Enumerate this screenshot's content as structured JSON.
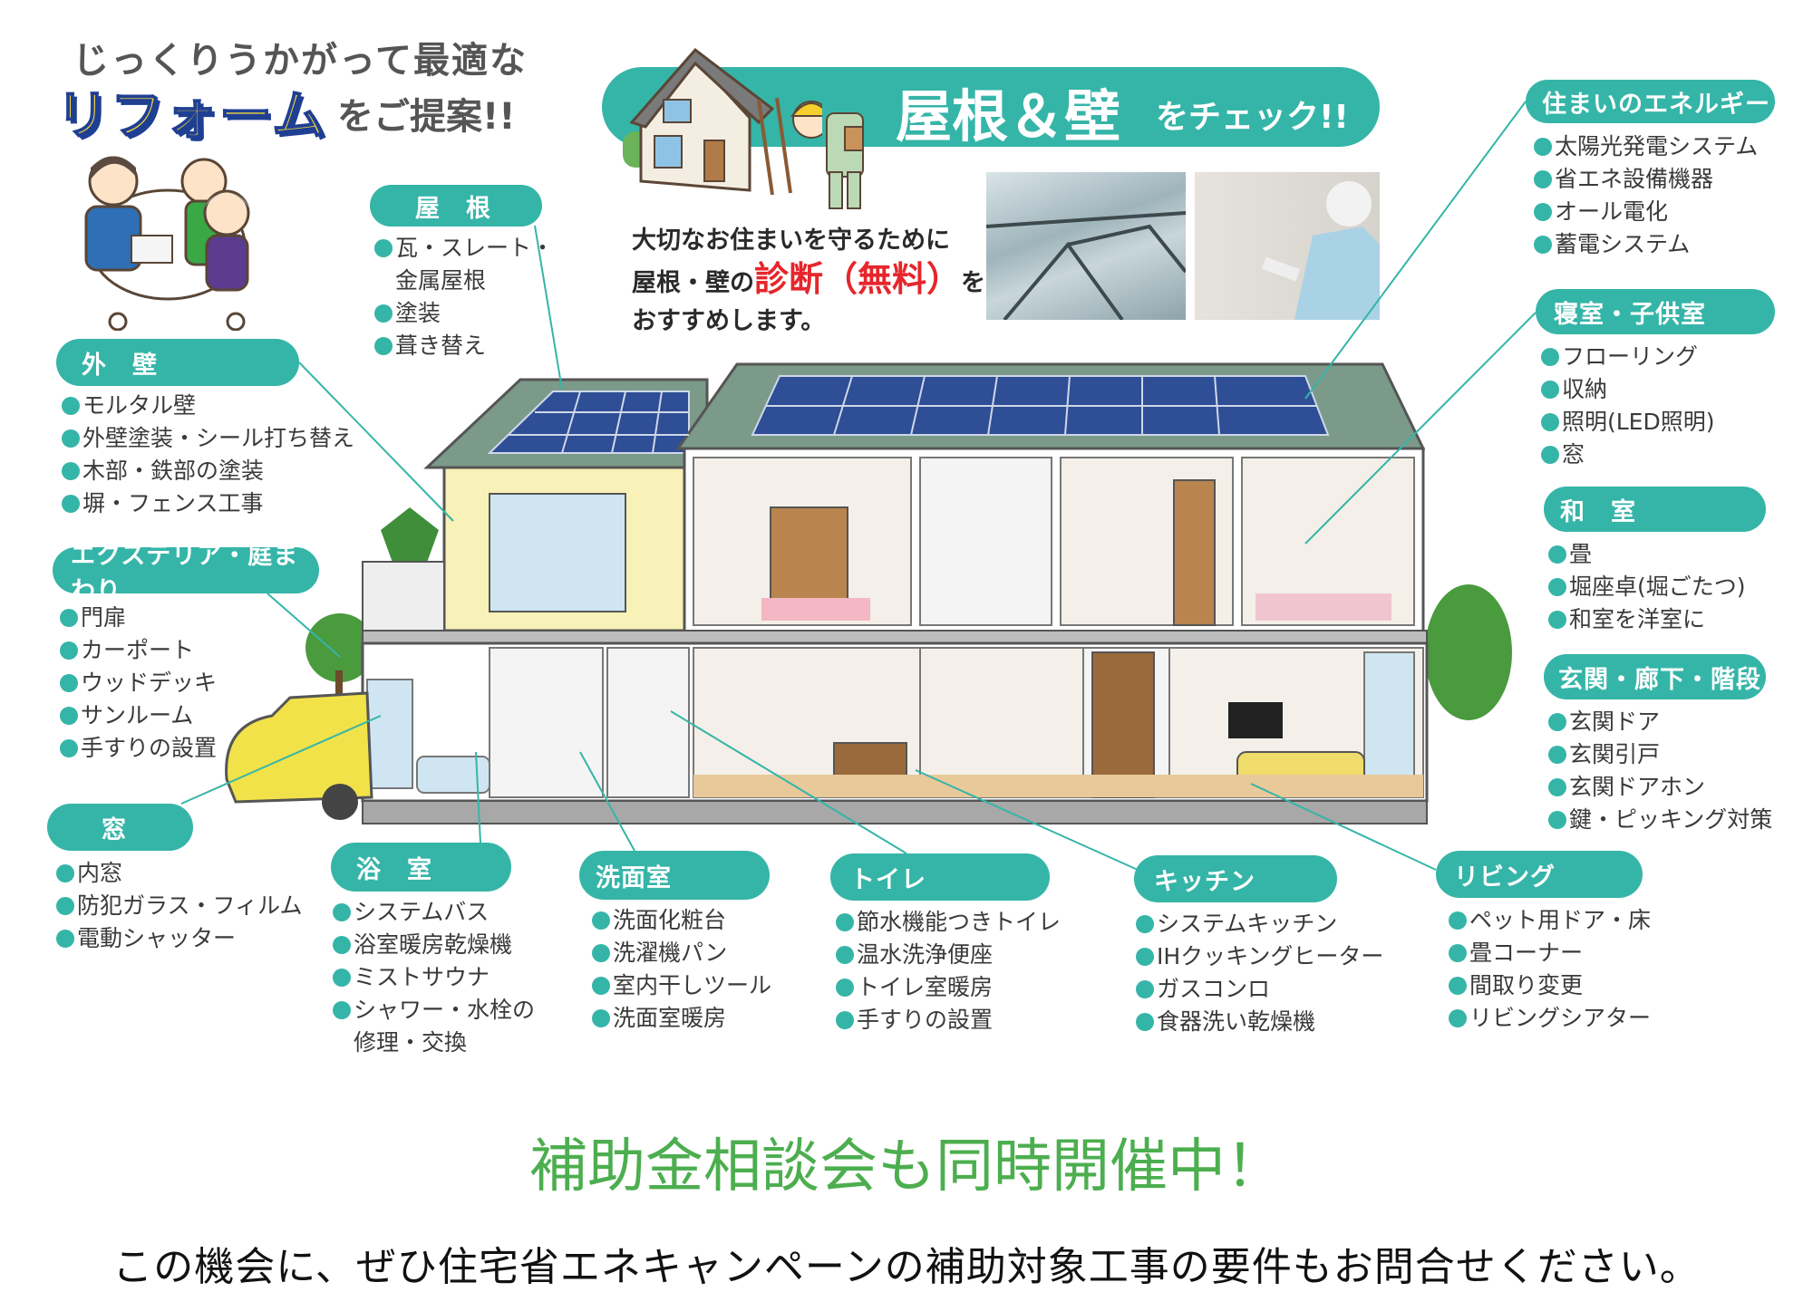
{
  "header": {
    "line1": "じっくりうかがって最適な",
    "line2_highlight": "リフォーム",
    "line2_rest": "をご提案!!"
  },
  "banner": {
    "title_big": "屋根＆壁",
    "title_small": "をチェック!!",
    "desc_line1": "大切なお住まいを守るために",
    "desc_line2_prefix": "屋根・壁の",
    "desc_line2_highlight": "診断（無料）",
    "desc_line2_suffix": "を",
    "desc_line3": "おすすめします。"
  },
  "sections": {
    "roof": {
      "title": "屋　根",
      "items": [
        "瓦・スレート・",
        "金属屋根",
        "塗装",
        "葺き替え"
      ]
    },
    "exterior_wall": {
      "title": "外　壁",
      "items": [
        "モルタル壁",
        "外壁塗装・シール打ち替え",
        "木部・鉄部の塗装",
        "塀・フェンス工事"
      ]
    },
    "exterior_garden": {
      "title": "エクステリア・庭まわり",
      "items": [
        "門扉",
        "カーポート",
        "ウッドデッキ",
        "サンルーム",
        "手すりの設置"
      ]
    },
    "window": {
      "title": "窓",
      "items": [
        "内窓",
        "防犯ガラス・フィルム",
        "電動シャッター"
      ]
    },
    "bathroom": {
      "title": "浴　室",
      "items": [
        "システムバス",
        "浴室暖房乾燥機",
        "ミストサウナ",
        "シャワー・水栓の",
        "修理・交換"
      ]
    },
    "washroom": {
      "title": "洗面室",
      "items": [
        "洗面化粧台",
        "洗濯機パン",
        "室内干しツール",
        "洗面室暖房"
      ]
    },
    "toilet": {
      "title": "トイレ",
      "items": [
        "節水機能つきトイレ",
        "温水洗浄便座",
        "トイレ室暖房",
        "手すりの設置"
      ]
    },
    "kitchen": {
      "title": "キッチン",
      "items": [
        "システムキッチン",
        "IHクッキングヒーター",
        "ガスコンロ",
        "食器洗い乾燥機"
      ]
    },
    "living": {
      "title": "リビング",
      "items": [
        "ペット用ドア・床",
        "畳コーナー",
        "間取り変更",
        "リビングシアター"
      ]
    },
    "energy": {
      "title": "住まいのエネルギー",
      "items": [
        "太陽光発電システム",
        "省エネ設備機器",
        "オール電化",
        "蓄電システム"
      ]
    },
    "bedroom": {
      "title": "寝室・子供室",
      "items": [
        "フローリング",
        "収納",
        "照明(LED照明)",
        "窓"
      ]
    },
    "japanese_room": {
      "title": "和　室",
      "items": [
        "畳",
        "堀座卓(堀ごたつ)",
        "和室を洋室に"
      ]
    },
    "entrance": {
      "title": "玄関・廊下・階段",
      "items": [
        "玄関ドア",
        "玄関引戸",
        "玄関ドアホン",
        "鍵・ピッキング対策"
      ]
    }
  },
  "footer": {
    "green_title": "補助金相談会も同時開催中！",
    "note": "この機会に、ぜひ住宅省エネキャンペーンの補助対象工事の要件もお問合せください。"
  },
  "colors": {
    "accent": "#35b5a8",
    "highlight_red": "#e5262c",
    "green_title": "#4cae4f",
    "headline_yellow": "#f5d838",
    "headline_blue": "#1f3f93"
  }
}
